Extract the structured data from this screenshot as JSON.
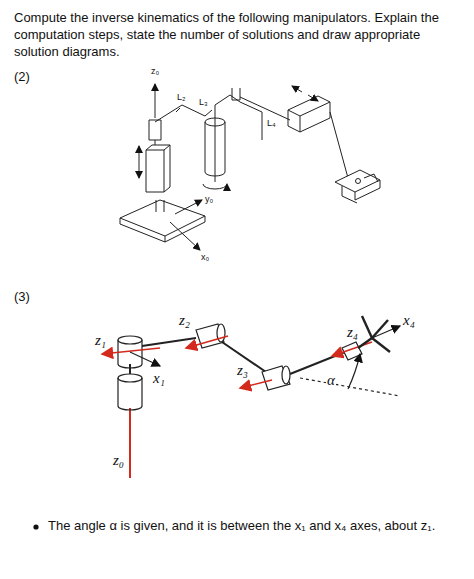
{
  "diagram": {
    "labels": [
      "Compute the inverse kinematics of the following manipulators. Explain the computation steps, state the number of solutions and draw appropriate solution diagrams.",
      "(2)",
      "z₀",
      "L₂",
      "L₃",
      "L₄",
      "y₀",
      "x₀",
      "(3)",
      "z₁",
      "z₂",
      "x₁",
      "z₃",
      "z₄",
      "x₄",
      "α",
      "z₀",
      "The angle α is given, and it is between the x₁ and x₄ axes, about z₁."
    ]
  }
}
